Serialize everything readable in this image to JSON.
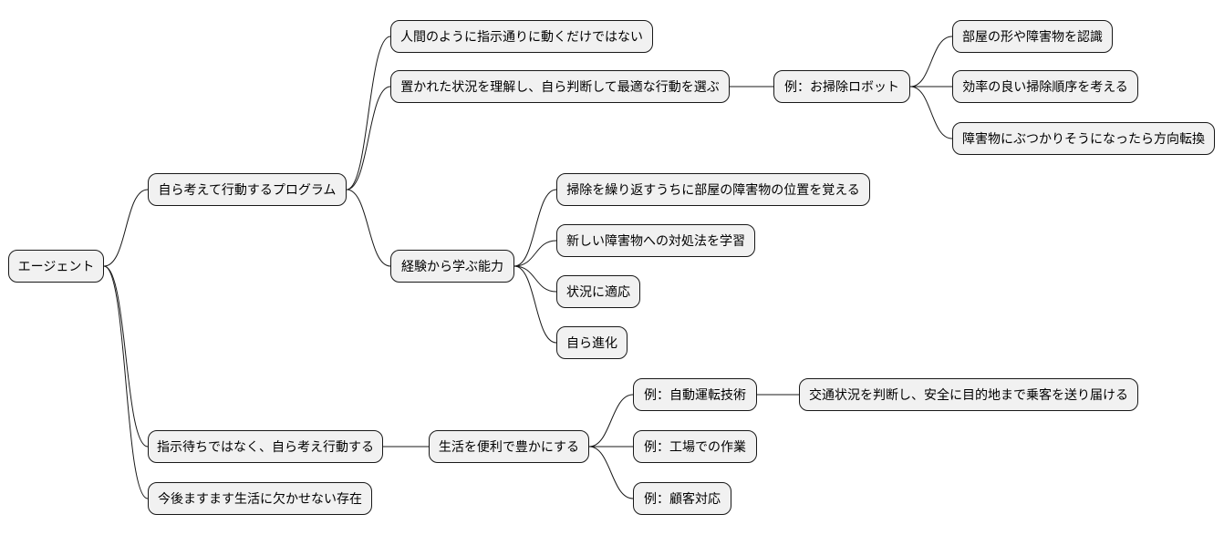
{
  "colors": {
    "node_fill": "#f1f1f1",
    "node_border": "#181818",
    "text": "#000000",
    "line": "#181818",
    "background": "#ffffff"
  },
  "mindmap": {
    "root": "エージェント",
    "n1": "自ら考えて行動するプログラム",
    "n1_1": "人間のように指示通りに動くだけではない",
    "n1_2": "置かれた状況を理解し、自ら判断して最適な行動を選ぶ",
    "n1_2_1": "例：お掃除ロボット",
    "n1_2_1_1": "部屋の形や障害物を認識",
    "n1_2_1_2": "効率の良い掃除順序を考える",
    "n1_2_1_3": "障害物にぶつかりそうになったら方向転換",
    "n1_3": "経験から学ぶ能力",
    "n1_3_1": "掃除を繰り返すうちに部屋の障害物の位置を覚える",
    "n1_3_2": "新しい障害物への対処法を学習",
    "n1_3_3": "状況に適応",
    "n1_3_4": "自ら進化",
    "n2": "指示待ちではなく、自ら考え行動する",
    "n2_1": "生活を便利で豊かにする",
    "n2_1_1": "例：自動運転技術",
    "n2_1_1_1": "交通状況を判断し、安全に目的地まで乗客を送り届ける",
    "n2_1_2": "例：工場での作業",
    "n2_1_3": "例：顧客対応",
    "n3": "今後ますます生活に欠かせない存在"
  }
}
